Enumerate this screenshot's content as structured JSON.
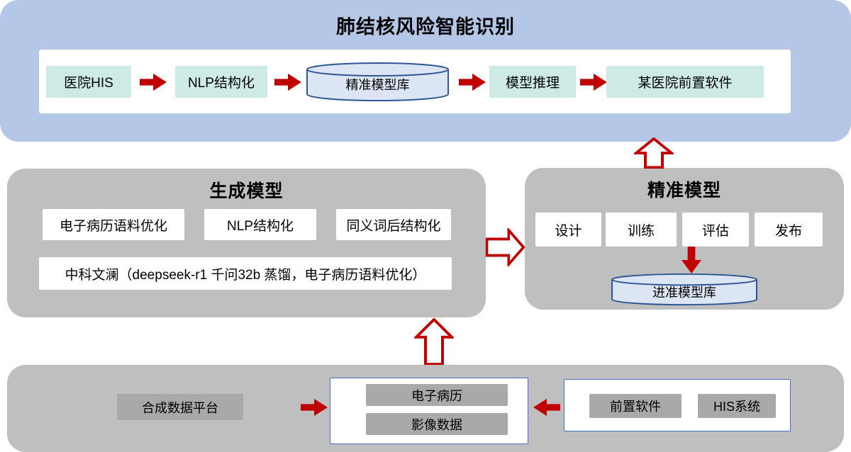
{
  "colors": {
    "top_bg": "#b4c7e7",
    "section_gray": "#bfbfbf",
    "node_teal": "#cdeae5",
    "inner_gray": "#a9a9a9",
    "cylinder_fill": "#dbe5f3",
    "cylinder_stroke": "#2e5596",
    "arrow_red": "#c00000",
    "blue_border": "#4472c4"
  },
  "top": {
    "title": "肺结核风险智能识别",
    "hospital_his": "医院HIS",
    "nlp": "NLP结构化",
    "model_db": "精准模型库",
    "inference": "模型推理",
    "front_software": "某医院前置软件"
  },
  "generate": {
    "title": "生成模型",
    "emr_opt": "电子病历语料优化",
    "nlp": "NLP结构化",
    "synonym": "同义词后结构化",
    "wenlan": "中科文澜（deepseek-r1 千问32b 蒸馏，电子病历语料优化）"
  },
  "precise": {
    "title": "精准模型",
    "steps": [
      "设计",
      "训练",
      "评估",
      "发布"
    ],
    "model_db": "进准模型库"
  },
  "bottom": {
    "synth_platform": "合成数据平台",
    "emr": "电子病历",
    "imaging": "影像数据",
    "front_software": "前置软件",
    "his": "HIS系统"
  }
}
